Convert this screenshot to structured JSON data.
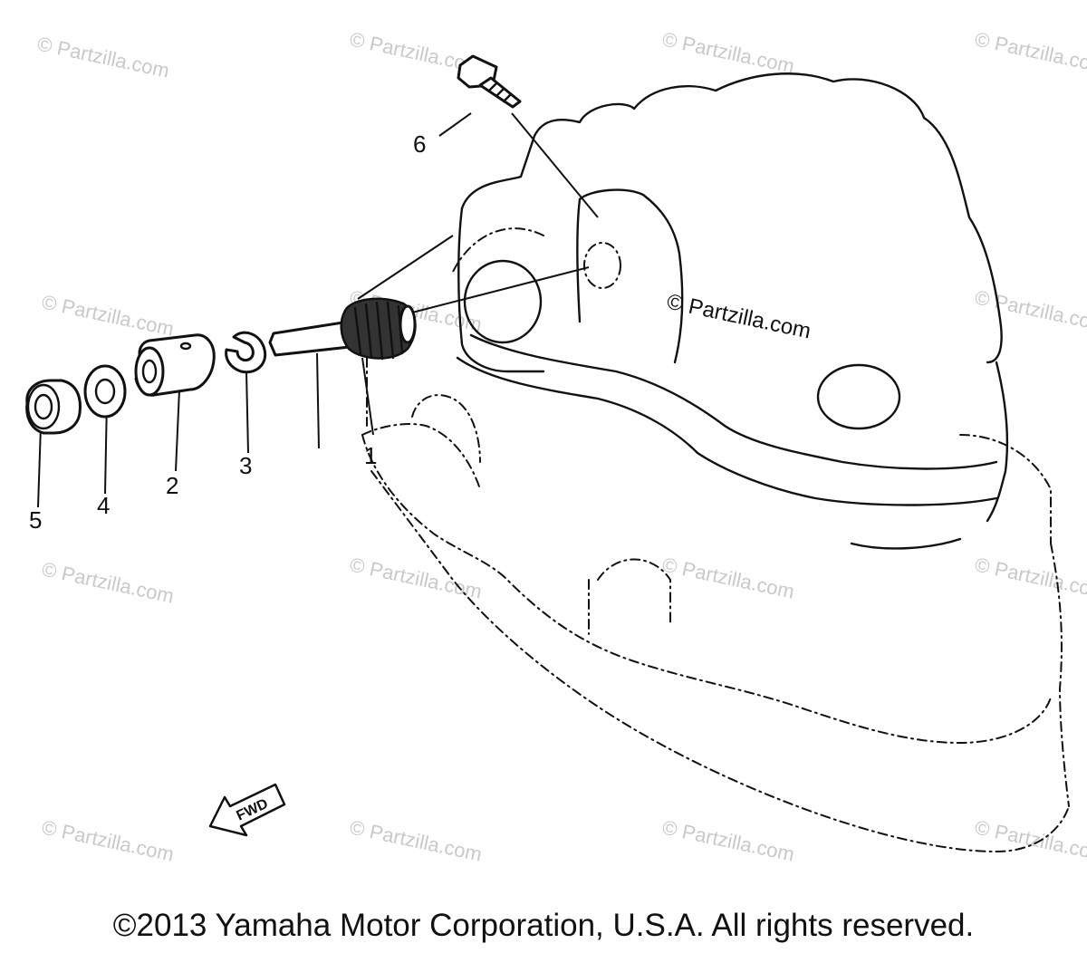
{
  "diagram": {
    "callouts": [
      "1",
      "2",
      "3",
      "4",
      "5",
      "6"
    ],
    "watermark": "© Partzilla.com",
    "fwd_label": "FWD"
  },
  "footer": {
    "copyright": "©2013  Yamaha Motor Corporation, U.S.A. All rights reserved."
  },
  "colors": {
    "line": "#111111",
    "watermark": "#c9c9c9",
    "background": "#ffffff"
  }
}
